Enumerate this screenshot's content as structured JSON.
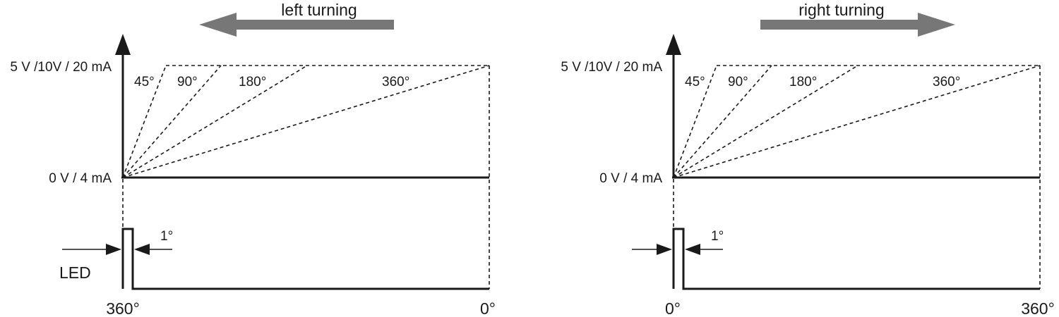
{
  "panels": [
    {
      "id": "left",
      "direction_label": "left turning",
      "direction": "left",
      "y_top_label": "5 V /10V / 20 mA",
      "y_bottom_label": "0 V / 4 mA",
      "ramp_labels": [
        "45°",
        "90°",
        "180°",
        "360°"
      ],
      "width_label": "1°",
      "led_label": "LED",
      "x_start_label": "360°",
      "x_end_label": "0°"
    },
    {
      "id": "right",
      "direction_label": "right turning",
      "direction": "right",
      "y_top_label": "5 V /10V / 20 mA",
      "y_bottom_label": "0 V / 4 mA",
      "ramp_labels": [
        "45°",
        "90°",
        "180°",
        "360°"
      ],
      "width_label": "1°",
      "led_label": "",
      "x_start_label": "0°",
      "x_end_label": "360°"
    }
  ],
  "colors": {
    "ink": "#1a1a1a",
    "arrow": "#777777"
  }
}
